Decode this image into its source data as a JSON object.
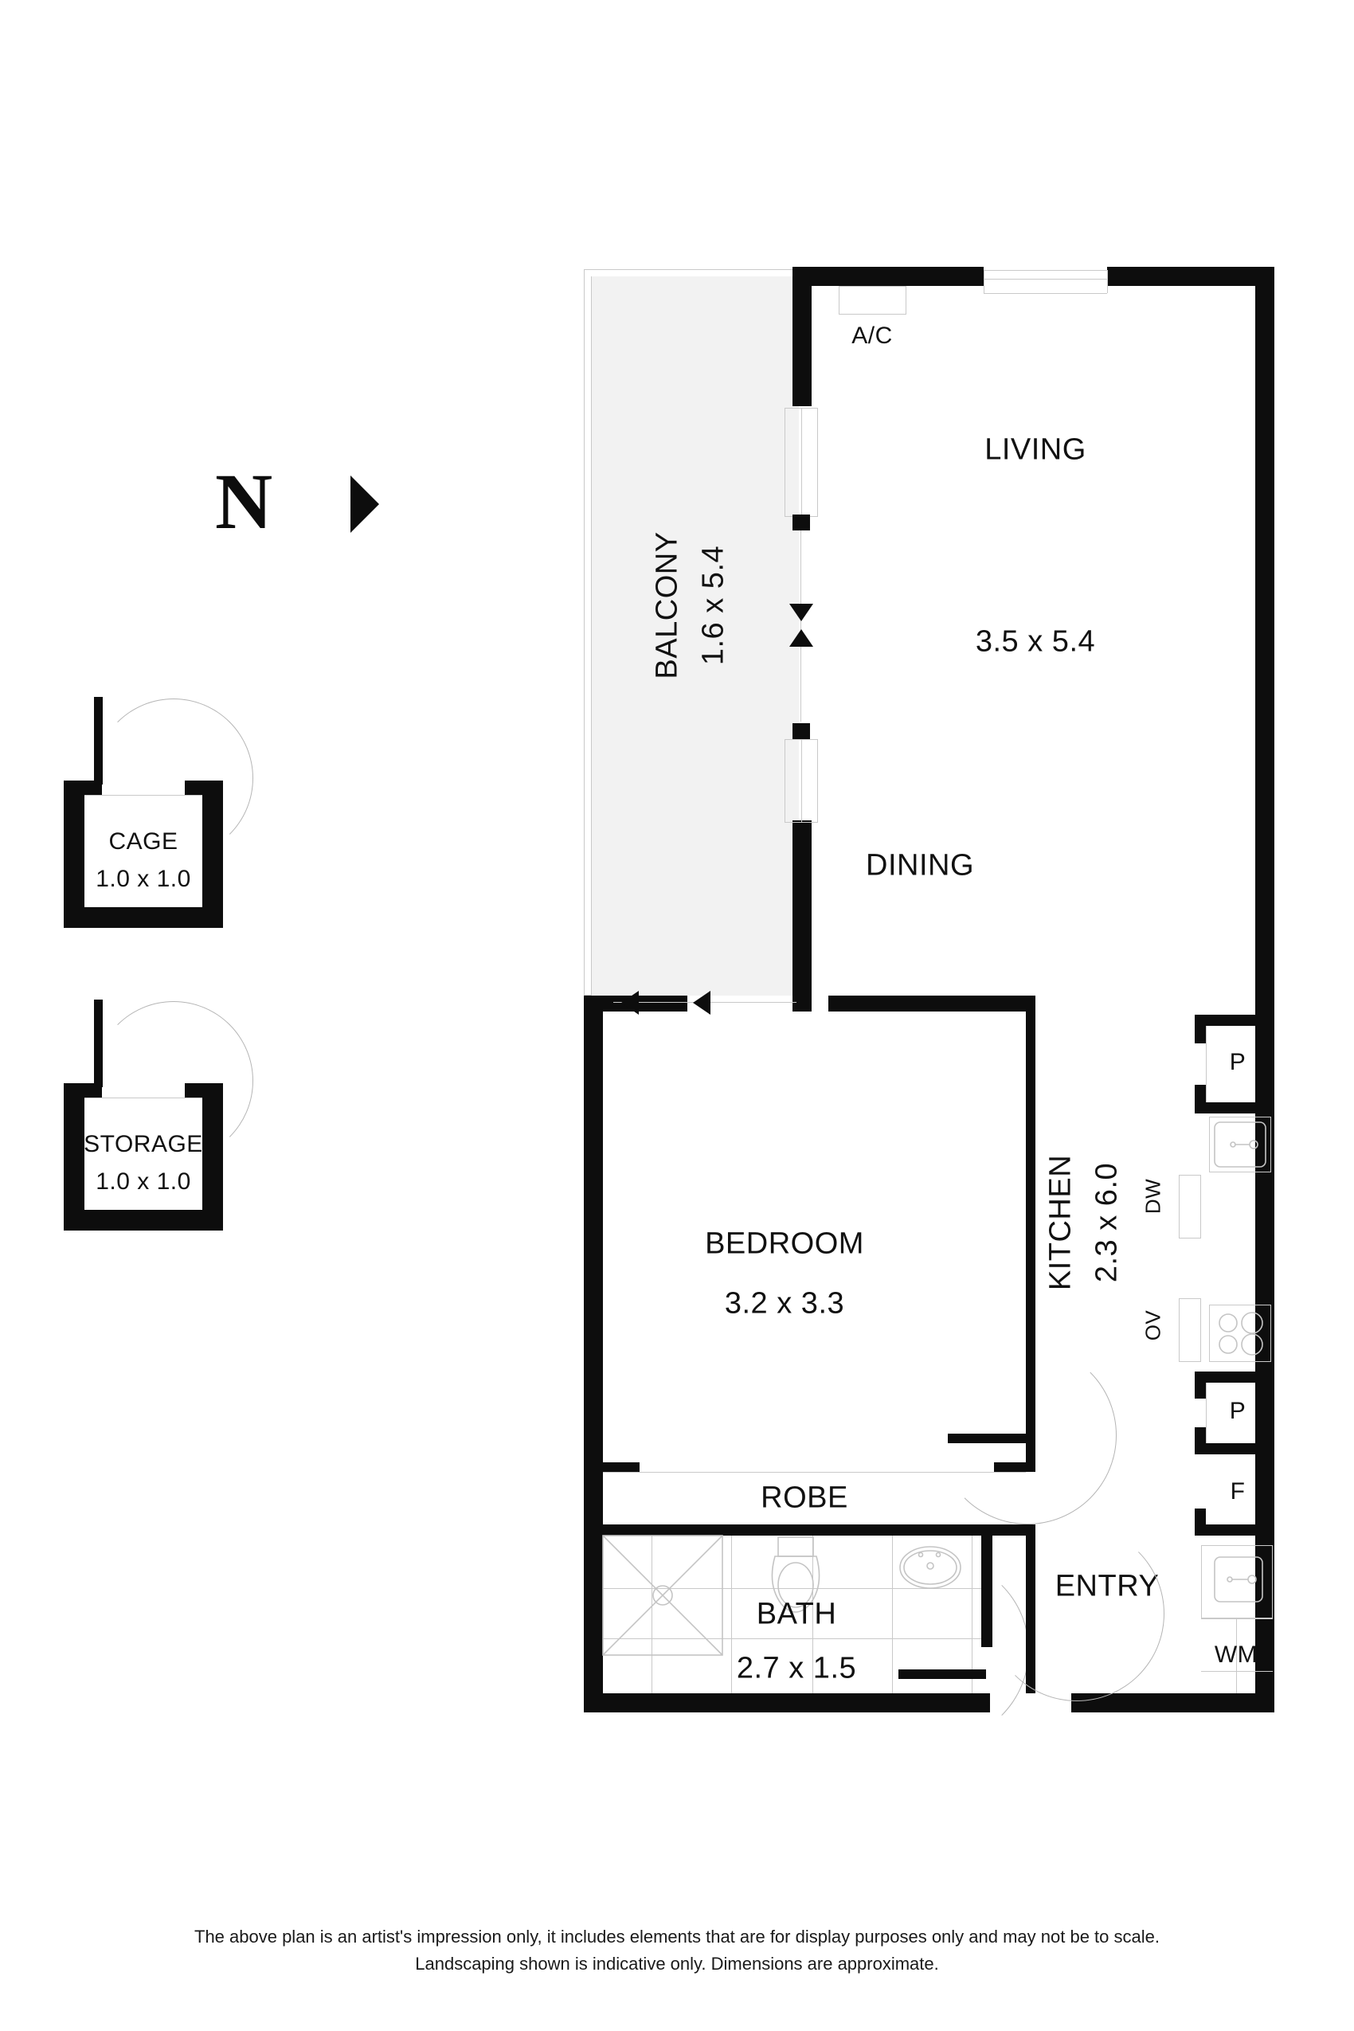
{
  "compass": {
    "letter": "N",
    "icon": "north-arrow-icon"
  },
  "outbuildings": [
    {
      "name": "CAGE",
      "dimensions": "1.0 x 1.0"
    },
    {
      "name": "STORAGE",
      "dimensions": "1.0 x 1.0"
    }
  ],
  "rooms": [
    {
      "name": "BALCONY",
      "dimensions": "1.6 x 5.4"
    },
    {
      "name": "LIVING",
      "dimensions": "3.5 x 5.4"
    },
    {
      "name": "DINING",
      "dimensions": ""
    },
    {
      "name": "KITCHEN",
      "dimensions": "2.3 x 6.0"
    },
    {
      "name": "BEDROOM",
      "dimensions": "3.2 x 3.3"
    },
    {
      "name": "BATH",
      "dimensions": "2.7 x 1.5"
    },
    {
      "name": "ROBE",
      "dimensions": ""
    },
    {
      "name": "ENTRY",
      "dimensions": ""
    }
  ],
  "annotations": {
    "ac": "A/C",
    "dishwasher": "DW",
    "oven": "OV",
    "pantry_top": "P",
    "pantry_bottom": "P",
    "fridge": "F",
    "washing_machine": "WM"
  },
  "footer": {
    "line1": "The above plan is an artist's impression only, it includes elements that are for display purposes only and may not be to scale.",
    "line2": "Landscaping shown is indicative only. Dimensions are approximate."
  },
  "colors": {
    "wall": "#0d0d0d",
    "balcony_fill": "#f2f2f2",
    "thin_line": "#c9c9c9",
    "text": "#111111"
  }
}
